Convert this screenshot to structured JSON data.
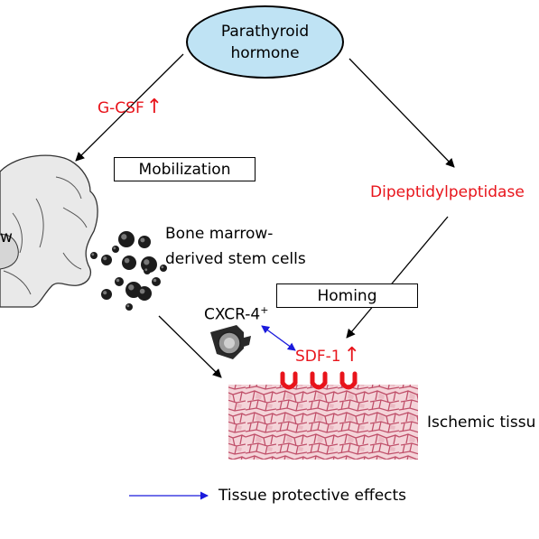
{
  "hormone": {
    "line1": "Parathyroid",
    "line2": "hormone"
  },
  "gcsf": {
    "label": "G-CSF",
    "arrow": "↑"
  },
  "mobilization": "Mobilization",
  "dipeptidyl": "Dipeptidylpeptidase",
  "bone_partial": "w",
  "stem_cells": {
    "line1": "Bone marrow-",
    "line2": "derived stem cells"
  },
  "homing": "Homing",
  "cxcr4": {
    "label": "CXCR-4",
    "sup": "+"
  },
  "sdf1": {
    "label": "SDF-1",
    "arrow": "↑"
  },
  "ischemic": "Ischemic tissu",
  "legend": {
    "label": "Tissue protective effects"
  },
  "colors": {
    "red": "#e8141b",
    "blue": "#1a1adc",
    "ellipse_fill": "#bfe3f4",
    "tissue_bg": "#f4d4d9",
    "tissue_cell": "#c0506a"
  }
}
